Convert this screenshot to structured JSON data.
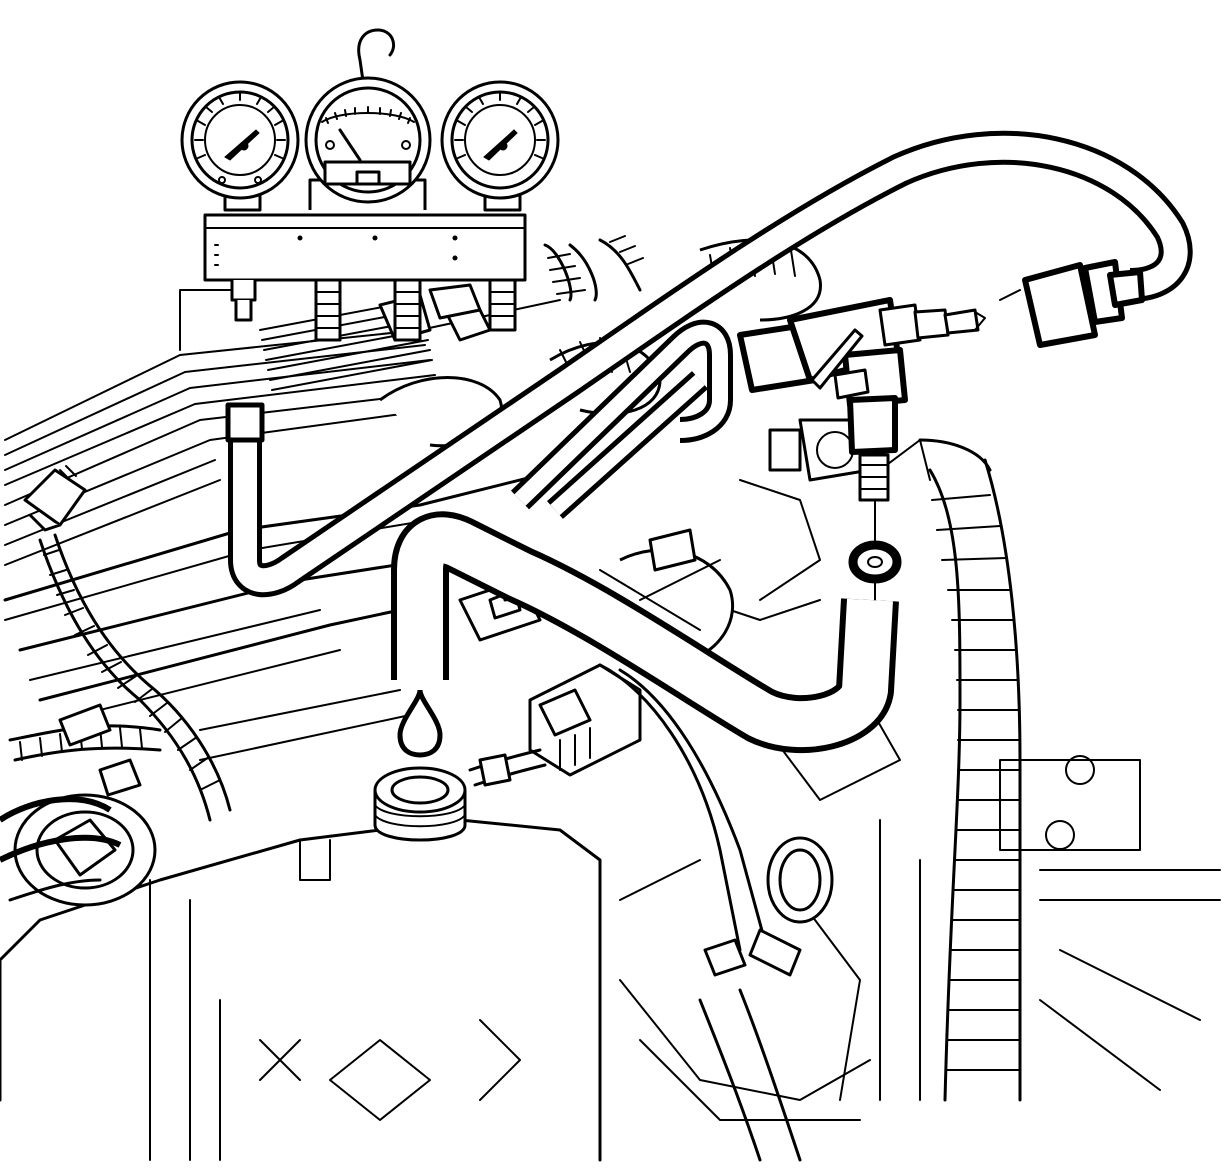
{
  "figure": {
    "gauges": [
      {
        "kind": "pressure-gauge",
        "position_word": "left"
      },
      {
        "kind": "vacuum-balance-gauge",
        "position_word": "center"
      },
      {
        "kind": "pressure-gauge",
        "position_word": "right"
      }
    ],
    "colors": {
      "line": "#000000",
      "background": "#ffffff"
    }
  }
}
